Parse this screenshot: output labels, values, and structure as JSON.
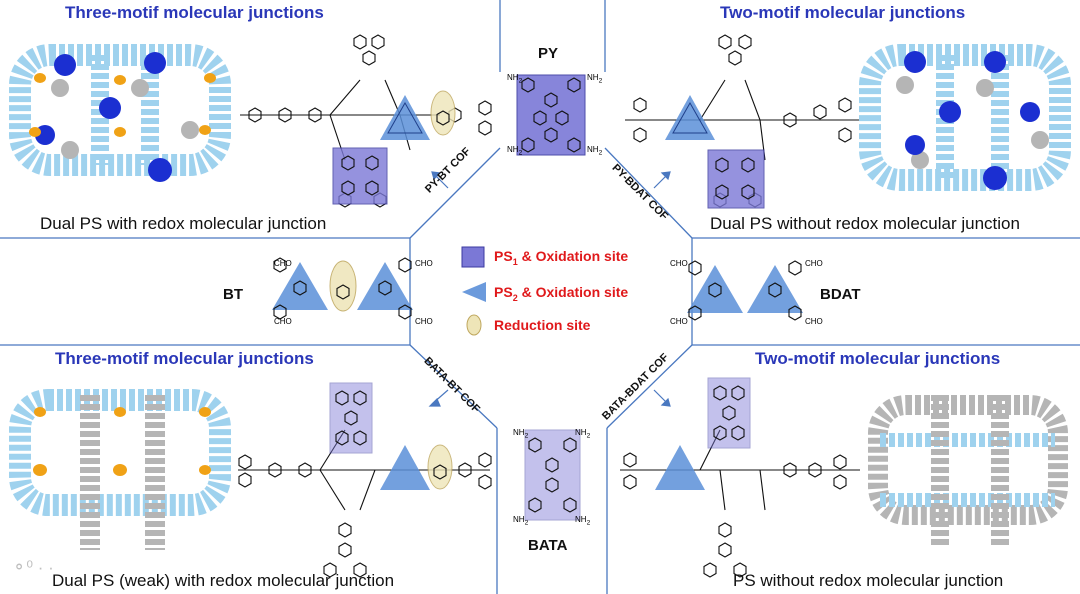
{
  "quadrants": {
    "top_left": {
      "title": "Three-motif molecular junctions",
      "caption": "Dual PS with redox molecular junction",
      "cof": "PY-BT COF"
    },
    "top_right": {
      "title": "Two-motif molecular junctions",
      "caption": "Dual PS without redox molecular junction",
      "cof": "PY-BDAT COF"
    },
    "bottom_left": {
      "title": "Three-motif molecular junctions",
      "caption": "Dual PS (weak) with redox molecular junction",
      "cof": "BATA-BT COF"
    },
    "bottom_right": {
      "title": "Two-motif molecular junctions",
      "caption": "PS without redox molecular junction",
      "cof": "BATA-BDAT COF"
    }
  },
  "monomers": {
    "py": "PY",
    "bt": "BT",
    "bdat": "BDAT",
    "bata": "BATA"
  },
  "legend": {
    "ps1": {
      "prefix": "PS",
      "sub": "1",
      "suffix": " & Oxidation site"
    },
    "ps2": {
      "prefix": "PS",
      "sub": "2",
      "suffix": " & Oxidation site"
    },
    "reduction": "Reduction site"
  },
  "functional_groups": {
    "cho": "CHO",
    "nh2": "NH",
    "nh2_sub": "2"
  },
  "watermark": "⚬⁰ · ·",
  "colors": {
    "title_blue": "#2a37b8",
    "legend_red": "#e0191b",
    "ps1_purple": "#7b78d6",
    "ps2_blue": "#5b8fd8",
    "reduction_beige": "#eee5b8",
    "divider": "#4a78c0",
    "framework_lightblue": "#9fd2ee",
    "framework_gray": "#b5b5b5",
    "framework_orange": "#f0a216",
    "framework_darkblue": "#1b2fd1"
  }
}
